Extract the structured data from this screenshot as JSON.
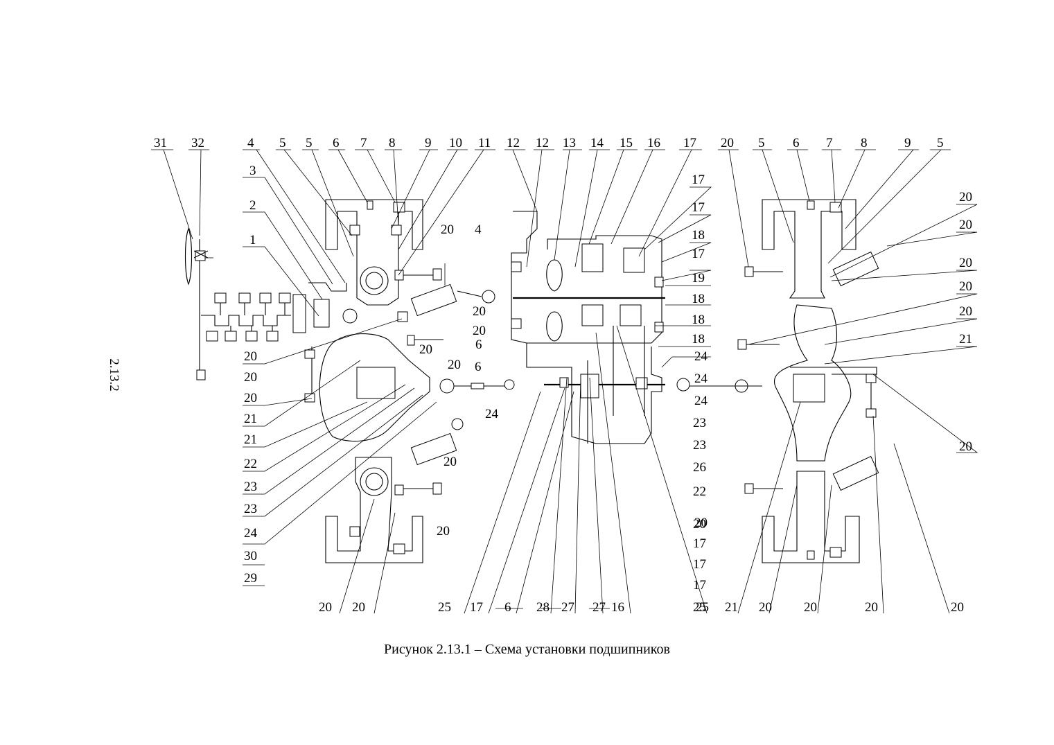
{
  "caption": "Рисунок 2.13.1 – Схема установки подшипников",
  "page_number": "2.13.2",
  "callouts": {
    "top_row": [
      "31",
      "32",
      "4",
      "5",
      "5",
      "6",
      "7",
      "8",
      "9",
      "10",
      "11",
      "12",
      "12",
      "13",
      "14",
      "15",
      "16",
      "17",
      "20",
      "5",
      "6",
      "7",
      "8",
      "9",
      "5"
    ],
    "left_column": [
      "3",
      "2",
      "1"
    ],
    "right_column": [
      "17",
      "17",
      "18",
      "17",
      "19",
      "18",
      "18",
      "18",
      "24",
      "24",
      "23",
      "23",
      "26",
      "22",
      "20",
      "17",
      "17",
      "17",
      "25"
    ],
    "far_right_column": [
      "20",
      "20",
      "20",
      "20",
      "20",
      "21",
      "20"
    ],
    "left_lower_column": [
      "20",
      "20",
      "20",
      "21",
      "21",
      "22",
      "23",
      "23",
      "24",
      "30",
      "29"
    ],
    "bottom_row": [
      "20",
      "20",
      "25",
      "17",
      "6",
      "28",
      "27",
      "27",
      "16",
      "25",
      "21",
      "20",
      "20",
      "20",
      "20"
    ],
    "misc": [
      "20",
      "4",
      "20",
      "20",
      "6",
      "20",
      "20",
      "6",
      "24",
      "24",
      "20",
      "20",
      "20"
    ]
  }
}
